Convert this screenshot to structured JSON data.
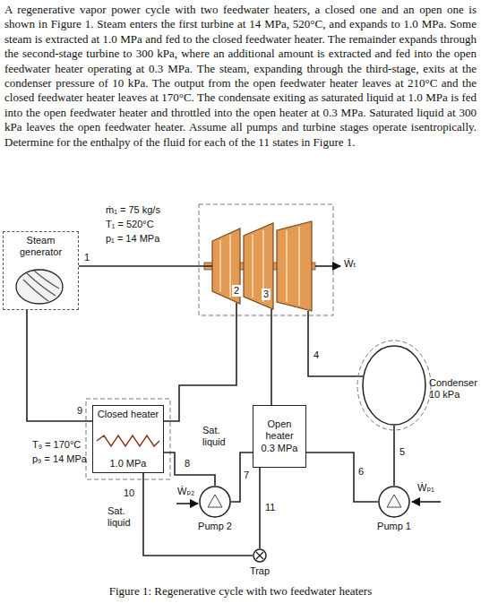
{
  "diagram": {
    "caption": "Figure 1: Regenerative cycle with two feedwater heaters",
    "nodes": [
      {
        "text": [
          "Steam generator"
        ]
      },
      {
        "text": [
          "Condenser",
          "10 kPa"
        ]
      },
      {
        "text": [
          "Closed heater",
          "1.0 MPa"
        ]
      },
      {
        "text": [
          "Open heater",
          "0.3 MPa"
        ]
      },
      {
        "text": [
          "Pump 2"
        ]
      },
      {
        "text": [
          "Pump 1"
        ]
      },
      {
        "text": [
          "Trap"
        ]
      }
    ],
    "edges": [
      {
        "from": 1,
        "to": 5,
        "arrow": "none"
      },
      {
        "from": 5,
        "to": 3,
        "arrow": "none"
      },
      {
        "from": 3,
        "to": 4,
        "arrow": "none"
      },
      {
        "from": 4,
        "to": 2,
        "arrow": "none"
      },
      {
        "from": 2,
        "to": 0,
        "arrow": "none"
      },
      {
        "from": 2,
        "to": 6,
        "arrow": "none"
      },
      {
        "from": 6,
        "to": 3,
        "arrow": "none"
      }
    ],
    "labels": [
      "A regenerative vapor power cycle with two feedwater heaters, a closed one and an open one is shown in Figure 1. Steam enters the first turbine at 14 MPa, 520°C, and expands to 1.0 MPa. Some steam is extracted at 1.0 MPa and fed to the closed feedwater heater. The remainder expands through the second-stage turbine to 300 kPa, where an additional amount is extracted and fed into the open feedwater heater operating at 0.3 MPa. The steam, expanding through the third-stage, exits at the condenser pressure of 10 kPa. The output from the open feedwater heater leaves at 210°C and the closed feedwater heater leaves at 170°C. The condensate exiting as saturated liquid at 1.0 MPa is fed into the open feedwater heater and throttled into the open heater at 0.3 MPa. Saturated liquid at 300 kPa leaves the open feedwater heater. Assume all pumps and turbine stages operate isentropically. Determine for the enthalpy of the fluid for each of the 11 states in Figure 1.",
      "ṁ₁ = 75 kg/s",
      "T₁ = 520°C",
      "p₁ = 14 MPa",
      "1",
      "2",
      "3",
      "Ẇₜ",
      "4",
      "Sat. liquid",
      "7",
      "8",
      "9",
      "T₉ = 170°C",
      "p₉ = 14 MPa",
      "6",
      "5",
      "Ẇₚ₁",
      "10",
      "Sat. liquid",
      "Ẇₚ₂",
      "11"
    ]
  }
}
